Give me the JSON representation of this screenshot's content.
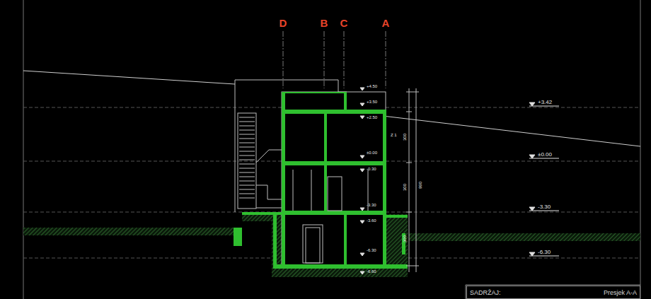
{
  "diagram": {
    "nodes": [
      {
        "text": [
          "SADRŽAJ:",
          "Presjek A-A"
        ]
      }
    ],
    "labels": [
      "D",
      "B",
      "C",
      "A",
      "+3.42",
      "±0.00",
      "-3.30",
      "-6.30",
      "+4.50",
      "+3.50",
      "+2.50",
      "±0.00",
      "-0.30",
      "-3.30",
      "-3.60",
      "-6.30",
      "-6.60",
      "990",
      "300",
      "300",
      "300",
      "Z 1"
    ]
  }
}
